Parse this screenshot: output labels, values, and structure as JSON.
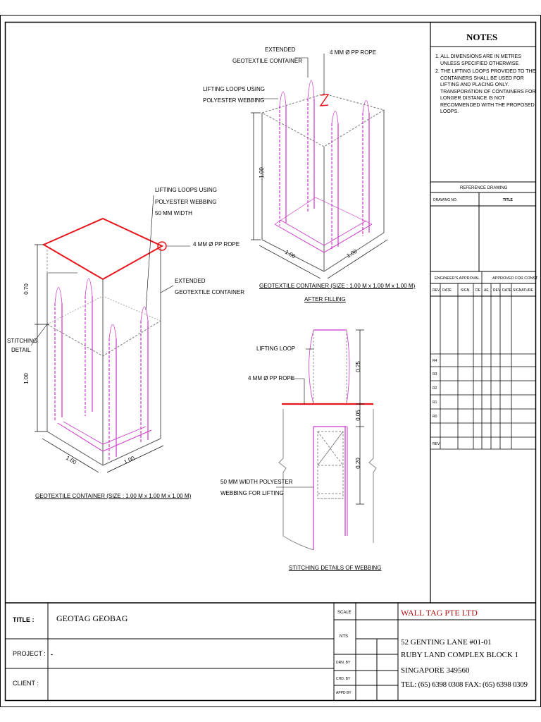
{
  "notes": {
    "heading": "NOTES",
    "items": [
      "1. ALL DIMENSIONS ARE IN METRES UNLESS SPECIFIED OTHERWISE.",
      "2. THE LIFTING LOOPS PROVIDED TO THE CONTAINERS SHALL BE USED FOR LIFTING AND PLACING ONLY. TRANSPORATION OF CONTAINERS FOR LONGER DISTANCE IS NOT RECOMMENDED WITH THE PROPOSED LOOPS."
    ]
  },
  "reference": {
    "heading": "REFERENCE DRAWING",
    "drawing_no": "DRAWING NO.",
    "title": "TITLE"
  },
  "approval": {
    "engineer": "ENGINEER'S APPROVAL",
    "approved": "APPROVED FOR CONST",
    "cols": [
      "REV",
      "DATE",
      "SIGN.",
      "DE",
      "AE",
      "REV",
      "DATE",
      "SIGNATURE"
    ],
    "revs": [
      "R4",
      "R3",
      "R2",
      "R1",
      "R0",
      "REV"
    ]
  },
  "drawing1": {
    "lifting_loops": [
      "LIFTING LOOPS USING",
      "POLYESTER WEBBING",
      "50 MM WIDTH"
    ],
    "rope": "4 MM Ø PP ROPE",
    "extended": [
      "EXTENDED",
      "GEOTEXTILE CONTAINER"
    ],
    "stitching": [
      "STITCHING",
      "DETAIL"
    ],
    "dim_top": "0.70",
    "dim_side": "1.00",
    "dim_left": "1.00",
    "dim_right": "1.00",
    "caption": "GEOTEXTILE CONTAINER (SIZE : 1.00 M x 1.00 M x 1.00 M)"
  },
  "drawing2": {
    "extended": [
      "EXTENDED",
      "GEOTEXTILE CONTAINER"
    ],
    "rope": "4 MM Ø PP ROPE",
    "lifting_loops": [
      "LIFTING LOOPS USING",
      "POLYESTER WEBBING"
    ],
    "dim_side": "1.00",
    "dim_left": "1.00",
    "dim_right": "1.00",
    "caption": "GEOTEXTILE CONTAINER (SIZE : 1.00 M x 1.00 M x 1.00 M)",
    "caption2": "AFTER FILLING"
  },
  "drawing3": {
    "lifting_loop": "LIFTING LOOP",
    "rope": "4 MM Ø PP ROPE",
    "webbing": [
      "50 MM WIDTH POLYESTER",
      "WEBBING FOR LIFTING"
    ],
    "dim1": "0.25",
    "dim2": "0.05",
    "dim3": "0.20",
    "caption": "STITCHING DETAILS OF WEBBING"
  },
  "titleblock": {
    "title_label": "TITLE :",
    "title_value": "GEOTAG GEOBAG",
    "project_label": "PROJECT :",
    "project_value": "-",
    "client_label": "CLIENT :",
    "scale_label": "SCALE",
    "scale_value": "NTS",
    "drn": "DRN. BY",
    "chd": "CHD. BY",
    "appd": "APPD BY",
    "company": "WALL TAG PTE LTD",
    "address": [
      "52 GENTING LANE #01-01",
      "RUBY LAND COMPLEX BLOCK 1",
      "SINGAPORE 349560",
      "TEL: (65) 6398 0308   FAX: (65) 6398 0309"
    ]
  },
  "colors": {
    "rope": "#e8141b",
    "webbing": "#cc33cc",
    "company": "#b01010"
  }
}
